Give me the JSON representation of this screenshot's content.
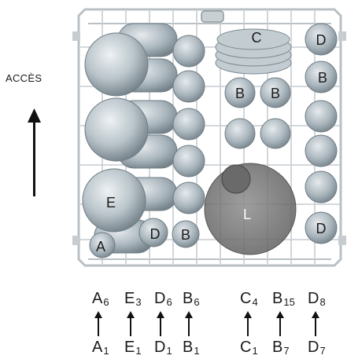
{
  "access_label": "ACCÈS",
  "basket_letters": {
    "A": "A",
    "B": "B",
    "C": "C",
    "D": "D",
    "E": "E",
    "L": "L"
  },
  "codes_top": [
    {
      "letter": "A",
      "num": "6"
    },
    {
      "letter": "E",
      "num": "3"
    },
    {
      "letter": "D",
      "num": "6"
    },
    {
      "letter": "B",
      "num": "6"
    },
    {
      "letter": "C",
      "num": "4"
    },
    {
      "letter": "B",
      "num": "15"
    },
    {
      "letter": "D",
      "num": "8"
    }
  ],
  "codes_bottom": [
    {
      "letter": "A",
      "num": "1"
    },
    {
      "letter": "E",
      "num": "1"
    },
    {
      "letter": "D",
      "num": "1"
    },
    {
      "letter": "B",
      "num": "1"
    },
    {
      "letter": "C",
      "num": "1"
    },
    {
      "letter": "B",
      "num": "7"
    },
    {
      "letter": "D",
      "num": "7"
    }
  ],
  "colors": {
    "dish_light": "#d6dde1",
    "dish_mid": "#a9b5bc",
    "dish_dark": "#6f7c84",
    "wire": "#b9c0c4",
    "arrow": "#111111"
  }
}
